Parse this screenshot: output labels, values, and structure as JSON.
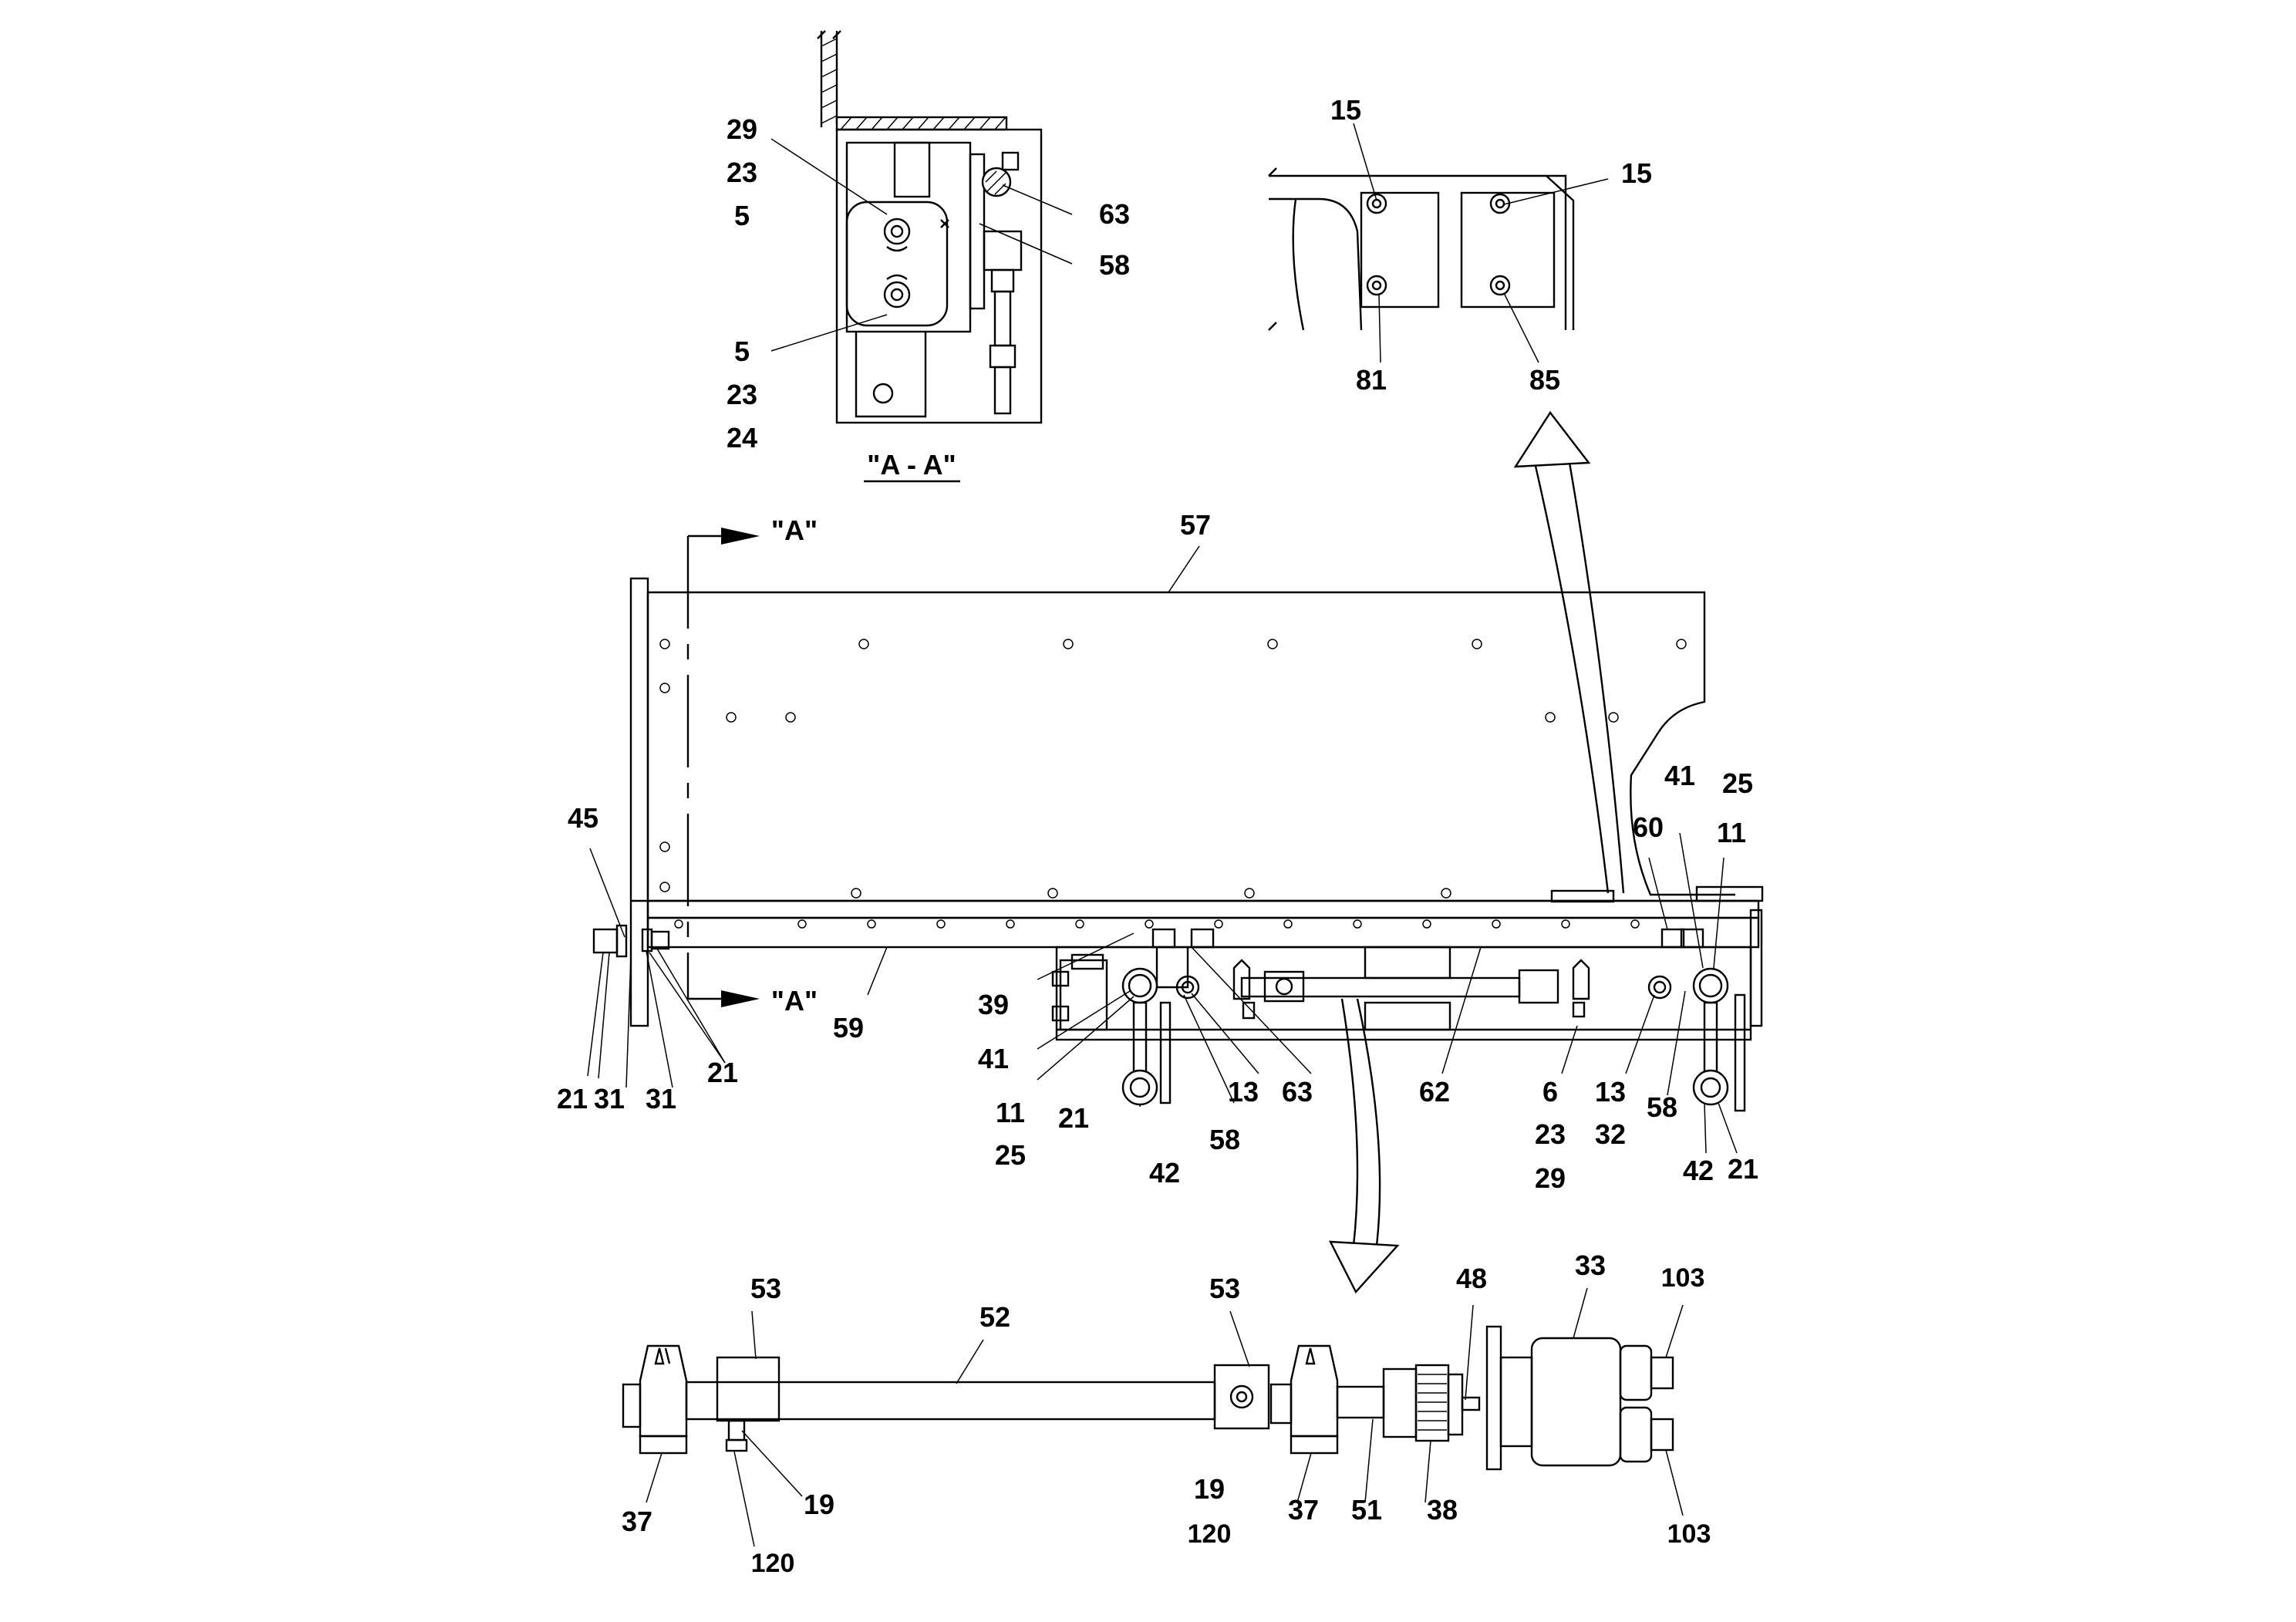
{
  "section_view": {
    "title": "\"A - A\"",
    "callouts": [
      "29",
      "23",
      "5",
      "63",
      "58",
      "5",
      "23",
      "24"
    ]
  },
  "detail_view": {
    "callouts": [
      "15",
      "15",
      "81",
      "85"
    ]
  },
  "main_view": {
    "section_marks": [
      "\"A\"",
      "\"A\""
    ],
    "callouts": [
      "57",
      "45",
      "21",
      "31",
      "31",
      "21",
      "59",
      "39",
      "41",
      "11",
      "25",
      "21",
      "42",
      "58",
      "13",
      "63",
      "62",
      "6",
      "23",
      "29",
      "13",
      "32",
      "58",
      "42",
      "21",
      "41",
      "25",
      "60",
      "11"
    ]
  },
  "shaft_view": {
    "callouts": [
      "53",
      "52",
      "53",
      "48",
      "33",
      "103",
      "37",
      "19",
      "120",
      "19",
      "120",
      "37",
      "51",
      "38",
      "103"
    ]
  }
}
